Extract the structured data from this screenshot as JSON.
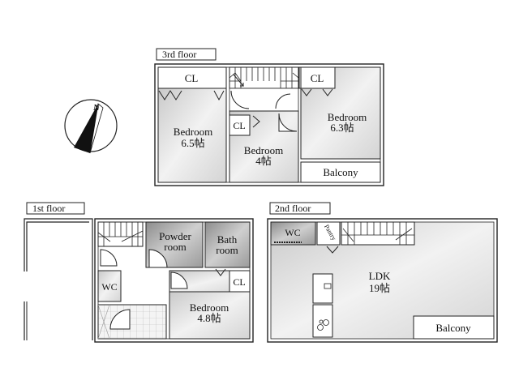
{
  "floors": {
    "third": {
      "label": "3rd floor",
      "rooms": {
        "cl_left": "CL",
        "cl_right": "CL",
        "cl_mid": "CL",
        "bedroom_left_name": "Bedroom",
        "bedroom_left_size": "6.5帖",
        "bedroom_mid_name": "Bedroom",
        "bedroom_mid_size": "4帖",
        "bedroom_right_name": "Bedroom",
        "bedroom_right_size": "6.3帖",
        "balcony": "Balcony"
      }
    },
    "first": {
      "label": "1st floor",
      "rooms": {
        "powder_line1": "Powder",
        "powder_line2": "room",
        "bath_line1": "Bath",
        "bath_line2": "room",
        "wc": "WC",
        "cl": "CL",
        "bedroom_name": "Bedroom",
        "bedroom_size": "4.8帖"
      }
    },
    "second": {
      "label": "2nd floor",
      "rooms": {
        "wc": "WC",
        "pantry": "Pantry",
        "ldk_name": "LDK",
        "ldk_size": "19帖",
        "balcony": "Balcony"
      }
    }
  },
  "compass": {
    "label": "N",
    "icon": "north-arrow-icon"
  },
  "colors": {
    "room_fill": "#e4e4e4",
    "dark_fill": "#a9a9a9",
    "wall": "#222222"
  }
}
